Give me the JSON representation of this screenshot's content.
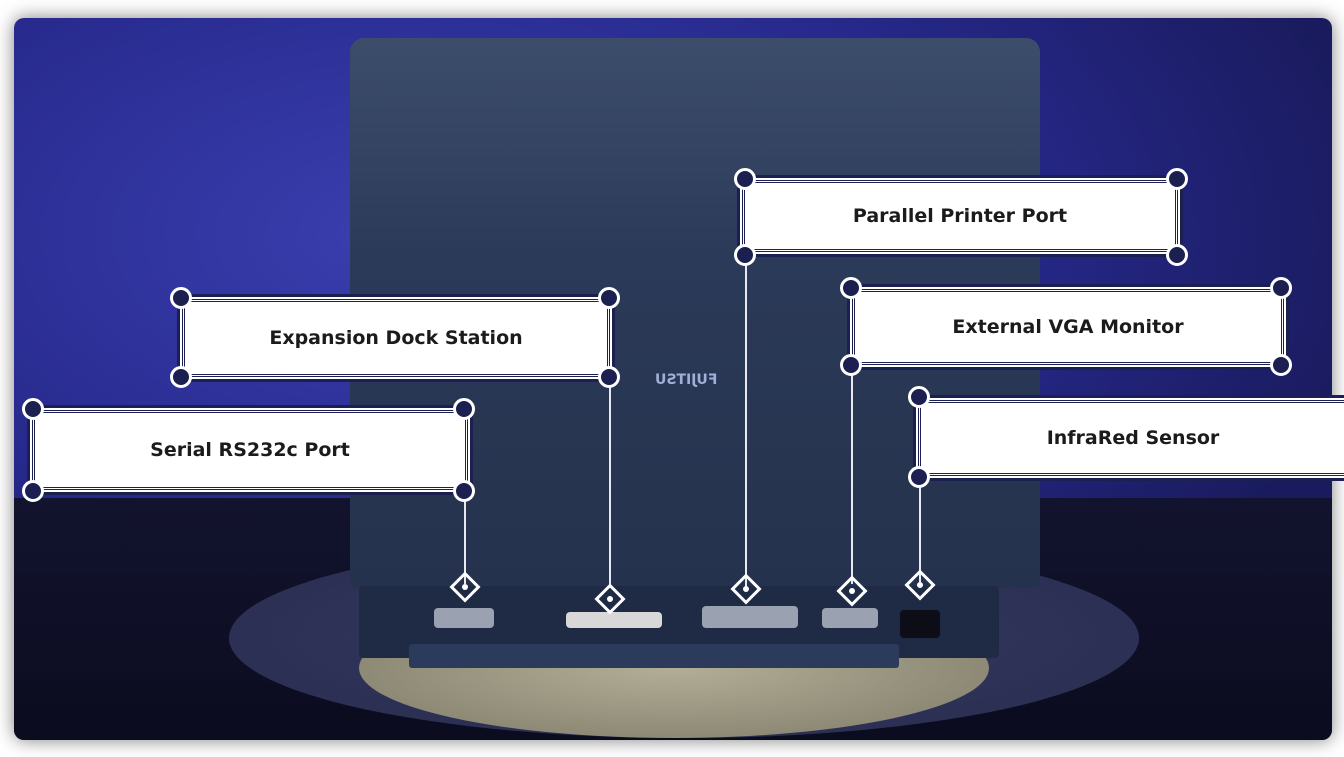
{
  "logo_text": "FUJITSU",
  "labels": {
    "parallel": "Parallel Printer Port",
    "expansion": "Expansion Dock Station",
    "vga": "External VGA Monitor",
    "serial": "Serial RS232c Port",
    "infrared": "InfraRed Sensor"
  }
}
